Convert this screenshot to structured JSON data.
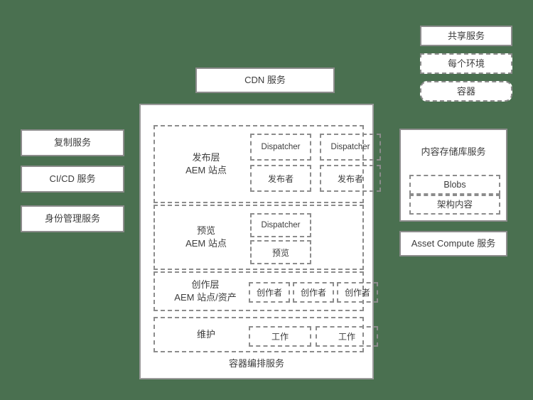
{
  "diagram": {
    "background_color": "#4a7050",
    "border_color": "#8c8c8c",
    "text_color": "#3c3c3c"
  },
  "legend": {
    "items": [
      {
        "label": "共享服务",
        "style": "solid"
      },
      {
        "label": "每个环境",
        "style": "long-dashed"
      },
      {
        "label": "容器",
        "style": "short-dashed-rounded"
      }
    ]
  },
  "top": {
    "cdn": "CDN 服务"
  },
  "left_services": [
    "复制服务",
    "CI/CD 服务",
    "身份管理服务"
  ],
  "right_services": {
    "repository": {
      "title": "内容存储库服务",
      "rows": [
        "Blobs",
        "架构内容"
      ]
    },
    "asset_compute": "Asset Compute 服务"
  },
  "orchestration": {
    "label": "容器编排服务",
    "tiers": [
      {
        "name": "publish-tier",
        "label_lines": [
          "发布层",
          "AEM 站点"
        ],
        "columns": [
          {
            "pods": [
              "Dispatcher",
              "发布者"
            ]
          },
          {
            "pods": [
              "Dispatcher",
              "发布者"
            ]
          }
        ]
      },
      {
        "name": "preview-tier",
        "label_lines": [
          "预览",
          "AEM 站点"
        ],
        "columns": [
          {
            "pods": [
              "Dispatcher",
              "预览"
            ]
          }
        ]
      },
      {
        "name": "author-tier",
        "label_lines": [
          "创作层",
          "AEM 站点/资产"
        ],
        "pods": [
          "创作者",
          "创作者",
          "创作者"
        ]
      },
      {
        "name": "maintenance-tier",
        "label_lines": [
          "维护"
        ],
        "pods": [
          "工作",
          "工作"
        ]
      }
    ]
  }
}
